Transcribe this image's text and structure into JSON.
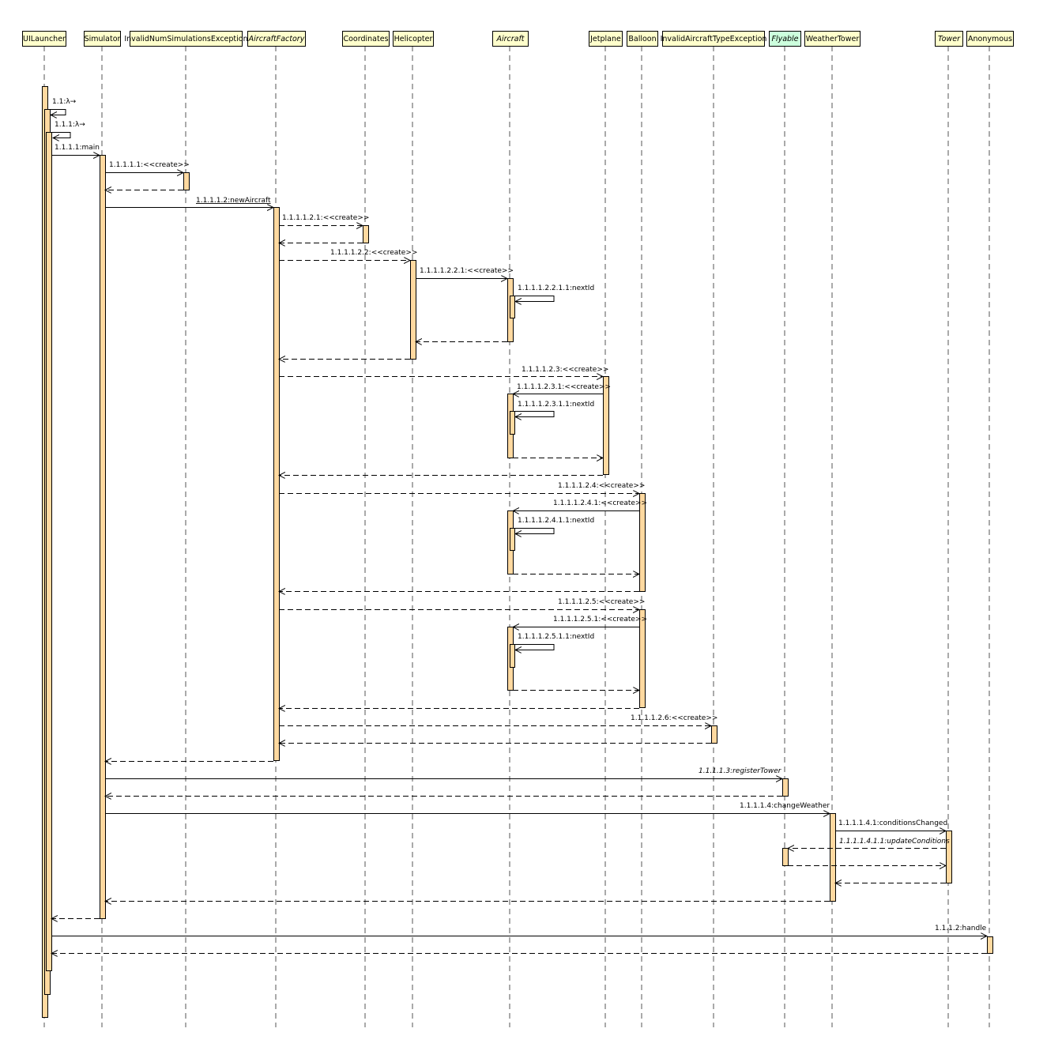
{
  "diagram_type": "sequence",
  "colors": {
    "header_fill": "#ffffcc",
    "header_fill_interface": "#ccffdd",
    "activation_fill": "#ffd9a0",
    "stroke": "#000000",
    "lifeline": "#555555"
  },
  "participants": [
    {
      "id": "uilauncher",
      "name": "UILauncher",
      "abstract": false,
      "interface": false
    },
    {
      "id": "simulator",
      "name": "Simulator",
      "abstract": false,
      "interface": false
    },
    {
      "id": "invalidnum",
      "name": "InvalidNumSimulationsException",
      "abstract": false,
      "interface": false
    },
    {
      "id": "aircraftfactory",
      "name": "AircraftFactory",
      "abstract": true,
      "interface": false
    },
    {
      "id": "coordinates",
      "name": "Coordinates",
      "abstract": false,
      "interface": false
    },
    {
      "id": "helicopter",
      "name": "Helicopter",
      "abstract": false,
      "interface": false
    },
    {
      "id": "aircraft",
      "name": "Aircraft",
      "abstract": true,
      "interface": false
    },
    {
      "id": "jetplane",
      "name": "Jetplane",
      "abstract": false,
      "interface": false
    },
    {
      "id": "balloon",
      "name": "Balloon",
      "abstract": false,
      "interface": false
    },
    {
      "id": "invalidtype",
      "name": "InvalidAircraftTypeException",
      "abstract": false,
      "interface": false
    },
    {
      "id": "flyable",
      "name": "Flyable",
      "abstract": true,
      "interface": true
    },
    {
      "id": "weathertower",
      "name": "WeatherTower",
      "abstract": false,
      "interface": false
    },
    {
      "id": "tower",
      "name": "Tower",
      "abstract": true,
      "interface": false
    },
    {
      "id": "anonymous",
      "name": "Anonymous",
      "abstract": false,
      "interface": false
    }
  ],
  "messages": [
    {
      "label": "1.1:λ→",
      "kind": "self",
      "italic": false
    },
    {
      "label": "1.1.1:λ→",
      "kind": "self",
      "italic": false
    },
    {
      "label": "1.1.1.1:main",
      "kind": "call",
      "italic": false
    },
    {
      "label": "1.1.1.1.1:<<create>>",
      "kind": "call",
      "italic": false
    },
    {
      "label": "1.1.1.1.2:newAircraft",
      "kind": "call",
      "italic": false
    },
    {
      "label": "1.1.1.1.2.1:<<create>>",
      "kind": "create",
      "italic": false
    },
    {
      "label": "1.1.1.1.2.2:<<create>>",
      "kind": "create",
      "italic": false
    },
    {
      "label": "1.1.1.1.2.2.1:<<create>>",
      "kind": "call",
      "italic": false
    },
    {
      "label": "1.1.1.1.2.2.1.1:nextId",
      "kind": "self",
      "italic": false
    },
    {
      "label": "1.1.1.1.2.3:<<create>>",
      "kind": "create",
      "italic": false
    },
    {
      "label": "1.1.1.1.2.3.1:<<create>>",
      "kind": "call",
      "italic": false
    },
    {
      "label": "1.1.1.1.2.3.1.1:nextId",
      "kind": "self",
      "italic": false
    },
    {
      "label": "1.1.1.1.2.4:<<create>>",
      "kind": "create",
      "italic": false
    },
    {
      "label": "1.1.1.1.2.4.1:<<create>>",
      "kind": "call",
      "italic": false
    },
    {
      "label": "1.1.1.1.2.4.1.1:nextId",
      "kind": "self",
      "italic": false
    },
    {
      "label": "1.1.1.1.2.5:<<create>>",
      "kind": "create",
      "italic": false
    },
    {
      "label": "1.1.1.1.2.5.1:<<create>>",
      "kind": "call",
      "italic": false
    },
    {
      "label": "1.1.1.1.2.5.1.1:nextId",
      "kind": "self",
      "italic": false
    },
    {
      "label": "1.1.1.1.2.6:<<create>>",
      "kind": "create",
      "italic": false
    },
    {
      "label": "1.1.1.1.3:registerTower",
      "kind": "call",
      "italic": true
    },
    {
      "label": "1.1.1.1.4:changeWeather",
      "kind": "call",
      "italic": false
    },
    {
      "label": "1.1.1.1.4.1:conditionsChanged",
      "kind": "call",
      "italic": false
    },
    {
      "label": "1.1.1.1.4.1.1:updateConditions",
      "kind": "call",
      "italic": true
    },
    {
      "label": "1.1.1.2:handle",
      "kind": "call",
      "italic": false
    }
  ]
}
